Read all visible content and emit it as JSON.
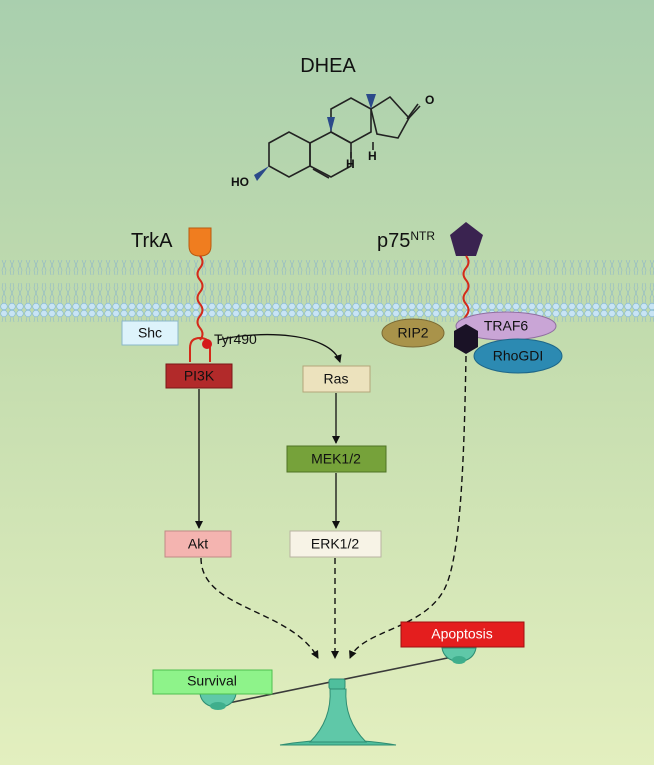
{
  "molecule": {
    "name": "DHEA",
    "ketone_atom": "O",
    "hydroxyl_label": "HO",
    "hydrogen_label": "H"
  },
  "receptors": {
    "trka": "TrkA",
    "p75_base": "p75",
    "p75_sup": "NTR",
    "phospho_site": "Tyr490"
  },
  "nodes": {
    "shc": "Shc",
    "pi3k": "PI3K",
    "akt": "Akt",
    "ras": "Ras",
    "mek": "MEK1/2",
    "erk": "ERK1/2",
    "rip2": "RIP2",
    "traf6": "TRAF6",
    "rhogdi": "RhoGDI"
  },
  "outcomes": {
    "survival": "Survival",
    "apoptosis": "Apoptosis"
  },
  "colors": {
    "trka": "#f07d1f",
    "p75": "#3a2350",
    "pi3k": "#b22a2a",
    "akt": "#f4b4b0",
    "shc": "#ddf3fb",
    "ras": "#ece2bd",
    "mek": "#76a23a",
    "erk": "#f7f3e6",
    "rip2": "#a9934a",
    "traf6": "#c9a5d6",
    "rhogdi": "#2c8ab2",
    "survival": "#8ef38a",
    "apoptosis": "#e41e1e",
    "scale": "#5fc8a8"
  }
}
